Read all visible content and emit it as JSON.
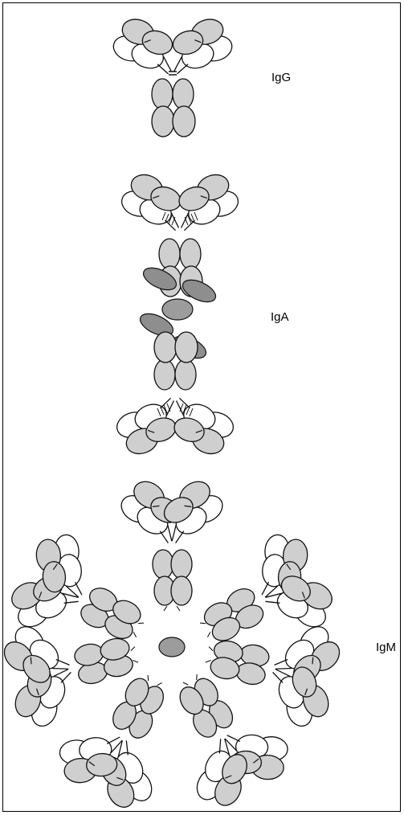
{
  "labels": {
    "igg": "IgG",
    "iga": "IgA",
    "igm": "IgM"
  },
  "colors": {
    "domain": "#cfcfcf",
    "j_chain": "#8e8e8e",
    "outline": "#111111",
    "light": "#ffffff"
  }
}
